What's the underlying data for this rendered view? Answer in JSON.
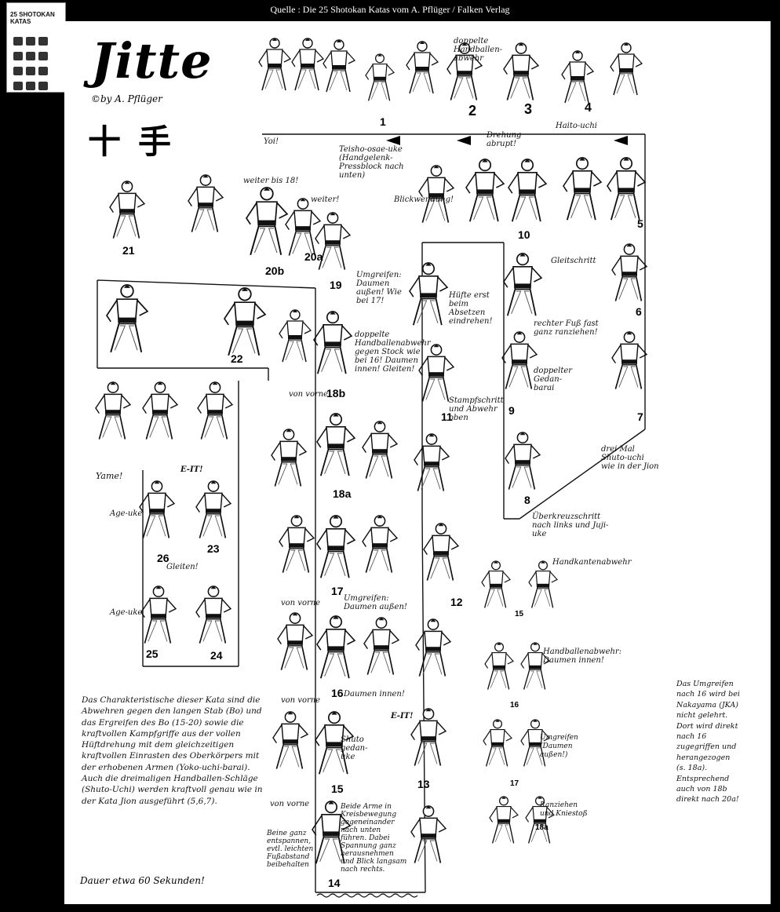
{
  "source": "Quelle : Die 25 Shotokan Katas vom A. Pflüger / Falken Verlag",
  "cover": {
    "title": "25 SHOTOKAN KATAS"
  },
  "kata": {
    "title": "Jitte",
    "byline": "©by A. Pflüger",
    "kanji": "十手"
  },
  "numbers": {
    "n1": "1",
    "n2": "2",
    "n3": "3",
    "n4": "4",
    "n5": "5",
    "n6": "6",
    "n7": "7",
    "n8": "8",
    "n9": "9",
    "n10": "10",
    "n11": "11",
    "n12": "12",
    "n13": "13",
    "n14": "14",
    "n15": "15",
    "n16": "16",
    "n17": "17",
    "n18a": "18a",
    "n18b": "18b",
    "n19": "19",
    "n20a": "20a",
    "n20b": "20b",
    "n21": "21",
    "n22": "22",
    "n23": "23",
    "n24": "24",
    "n25": "25",
    "n26": "26",
    "s15": "15",
    "s16": "16",
    "s17": "17",
    "s18a": "18a"
  },
  "labels": {
    "yoi": "Yoi!",
    "doppelte_top": "doppelte Handballen-abwehr",
    "haito": "Haito-uchi",
    "teisho": "Teisho-osae-uke (Handgelenk-Pressblock nach unten)",
    "blick": "Blickwendung!",
    "drehung": "Drehung abrupt!",
    "weiter_18": "weiter bis 18!",
    "weiter": "weiter!",
    "umgreifen": "Umgreifen: Daumen außen! Wie bei 17!",
    "gleitschritt": "Gleitschritt",
    "huefte": "Hüfte erst beim Absetzen eindrehen!",
    "fuss": "rechter Fuß fast ganz ranziehen!",
    "doppelte_18": "doppelte Handballenabwehr gegen Stock wie bei 16! Daumen innen! Gleiten!",
    "stampf": "Stampfschritt und Abwehr oben",
    "gedan": "doppelter Gedan-barai",
    "shuto_jion": "drei Mal Shuto-uchi wie in der Jion",
    "ueberschlag": "Überkreuzschritt nach links und Juji-uke",
    "von_vorne_1": "von vorne",
    "von_vorne_2": "von vorne",
    "von_vorne_3": "von vorne",
    "von_vorne_4": "von vorne",
    "yame": "Yame!",
    "eit_1": "E-IT!",
    "eit_2": "E-IT!",
    "age_uke_1": "Age-uke",
    "age_uke_2": "Age-uke",
    "gleiten": "Gleiten!",
    "umgreifen_17": "Umgreifen: Daumen außen!",
    "daumen_innen": "Daumen innen!",
    "shuto_gedan": "Shuto gedan-uke",
    "beide_arme": "Beide Arme in Kreisbewegung gegeneinander nach unten führen. Dabei Spannung ganz herausnehmen und Blick langsam nach rechts.",
    "beine": "Beine ganz entspannen, evtl. leichten Fußabstand beibehalten",
    "handkanten": "Handkantenabwehr",
    "handballen": "Handballenabwehr: Daumen innen!",
    "umgreifen_s": "Umgreifen (Daumen außen!)",
    "ranziehen": "Ranziehen und Kniestoß",
    "note": "Das Umgreifen nach 16 wird bei Nakayama (JKA) nicht gelehrt. Dort wird direkt nach 16 zugegriffen und herangezogen (s. 18a). Entsprechend auch von 18b direkt nach 20a!"
  },
  "essay": "Das Charakteristische dieser Kata sind die Abwehren gegen den langen Stab (Bo) und das Ergreifen des Bo (15-20) sowie die kraftvollen Kampfgriffe aus der vollen Hüftdrehung mit dem gleichzeitigen kraftvollen Einrasten des Oberkörpers mit der erhobenen Armen (Yoko-uchi-barai). Auch die dreimaligen Handballen-Schläge (Shuto-Uchi) werden kraftvoll genau wie in der Kata Jion ausgeführt (5,6,7).",
  "duration": "Dauer etwa 60 Sekunden!"
}
